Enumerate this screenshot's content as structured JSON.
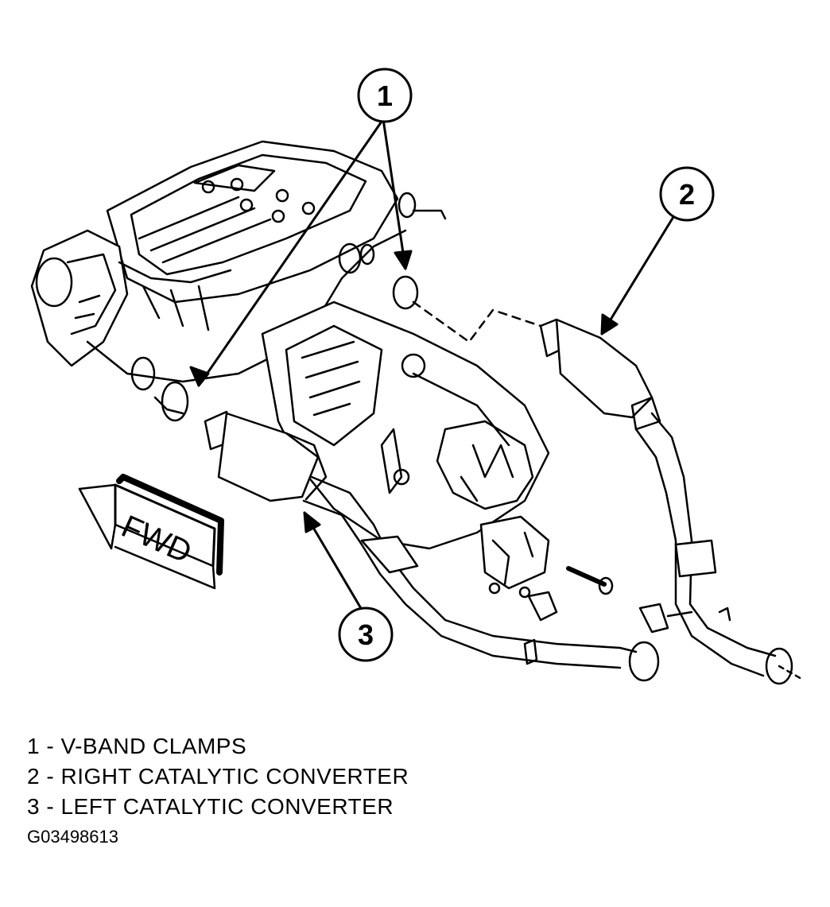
{
  "callouts": [
    {
      "number": "1"
    },
    {
      "number": "2"
    },
    {
      "number": "3"
    }
  ],
  "fwd_label": "FWD",
  "legend": [
    {
      "number": "1",
      "separator": " - ",
      "text": "V-BAND CLAMPS"
    },
    {
      "number": "2",
      "separator": " - ",
      "text": "RIGHT CATALYTIC CONVERTER"
    },
    {
      "number": "3",
      "separator": " - ",
      "text": "LEFT CATALYTIC CONVERTER"
    }
  ],
  "figure_id": "G03498613",
  "colors": {
    "ink": "#000000",
    "paper": "#ffffff"
  }
}
